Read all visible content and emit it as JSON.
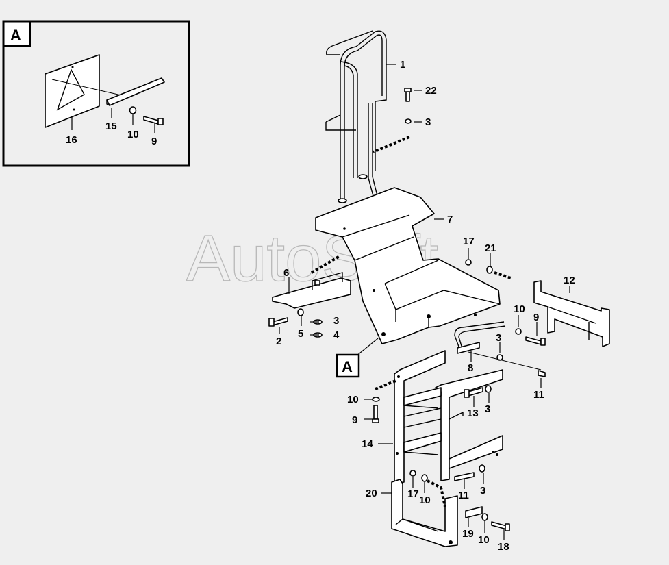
{
  "watermark": "AutoSoft",
  "detail": {
    "box_label": "A",
    "callout_label": "A",
    "part_labels": [
      "16",
      "15",
      "10",
      "9"
    ]
  },
  "parts": [
    {
      "id": "1",
      "name": "handrail"
    },
    {
      "id": "2",
      "name": "bolt"
    },
    {
      "id": "3",
      "name": "washer"
    },
    {
      "id": "4",
      "name": "nut"
    },
    {
      "id": "5",
      "name": "washer"
    },
    {
      "id": "6",
      "name": "bracket"
    },
    {
      "id": "7",
      "name": "platform"
    },
    {
      "id": "8",
      "name": "bracket"
    },
    {
      "id": "9",
      "name": "screw"
    },
    {
      "id": "10",
      "name": "washer"
    },
    {
      "id": "11",
      "name": "bolt"
    },
    {
      "id": "12",
      "name": "bracket"
    },
    {
      "id": "13",
      "name": "bolt"
    },
    {
      "id": "14",
      "name": "step-ladder"
    },
    {
      "id": "17",
      "name": "nut"
    },
    {
      "id": "18",
      "name": "screw"
    },
    {
      "id": "19",
      "name": "bracket"
    },
    {
      "id": "20",
      "name": "lower-step"
    },
    {
      "id": "21",
      "name": "washer"
    },
    {
      "id": "22",
      "name": "bolt"
    }
  ],
  "callouts": [
    {
      "part": "1"
    },
    {
      "part": "22"
    },
    {
      "part": "3"
    },
    {
      "part": "7"
    },
    {
      "part": "17"
    },
    {
      "part": "21"
    },
    {
      "part": "12"
    },
    {
      "part": "6"
    },
    {
      "part": "10"
    },
    {
      "part": "9"
    },
    {
      "part": "3"
    },
    {
      "part": "3"
    },
    {
      "part": "4"
    },
    {
      "part": "2"
    },
    {
      "part": "5"
    },
    {
      "part": "8"
    },
    {
      "part": "11"
    },
    {
      "part": "10"
    },
    {
      "part": "9"
    },
    {
      "part": "13"
    },
    {
      "part": "3"
    },
    {
      "part": "14"
    },
    {
      "part": "20"
    },
    {
      "part": "17"
    },
    {
      "part": "10"
    },
    {
      "part": "11"
    },
    {
      "part": "3"
    },
    {
      "part": "19"
    },
    {
      "part": "10"
    },
    {
      "part": "18"
    }
  ]
}
